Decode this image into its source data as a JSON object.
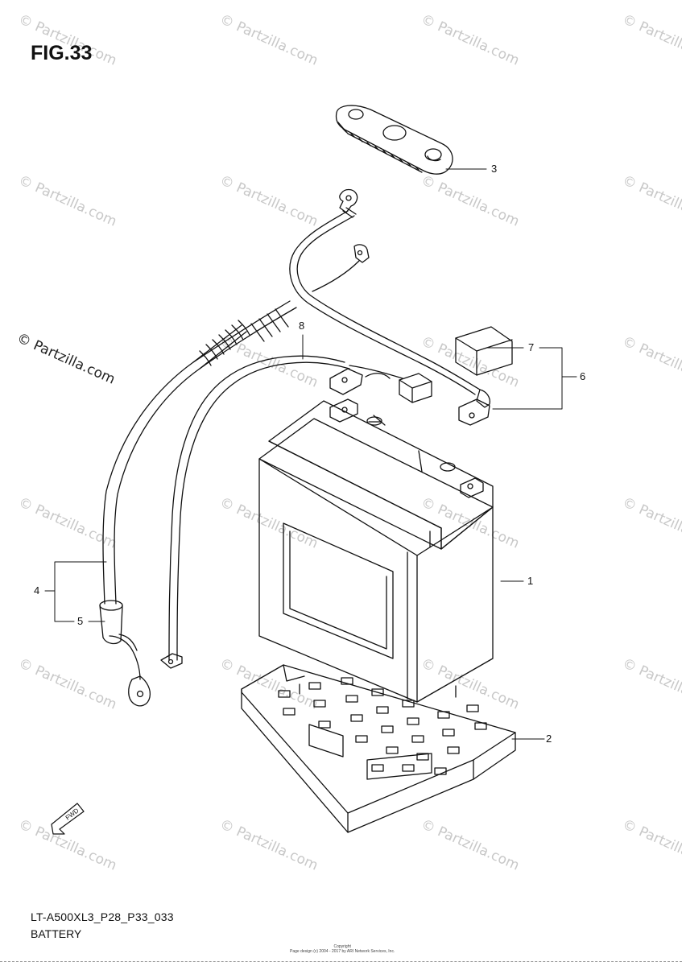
{
  "figure": {
    "title": "FIG.33"
  },
  "callouts": [
    "1",
    "2",
    "3",
    "4",
    "5",
    "6",
    "7",
    "8"
  ],
  "watermark": {
    "text": "© Partzilla.com"
  },
  "footer": {
    "model_code": "LT-A500XL3_P28_P33_033",
    "part_name": "BATTERY",
    "copyright_line1": "Copyright",
    "copyright_line2": "Page design (c) 2004 - 2017 by ARI Network Services, Inc."
  },
  "icons": {
    "fwd": "fwd-arrow-icon"
  },
  "fwd_label": "FWD"
}
